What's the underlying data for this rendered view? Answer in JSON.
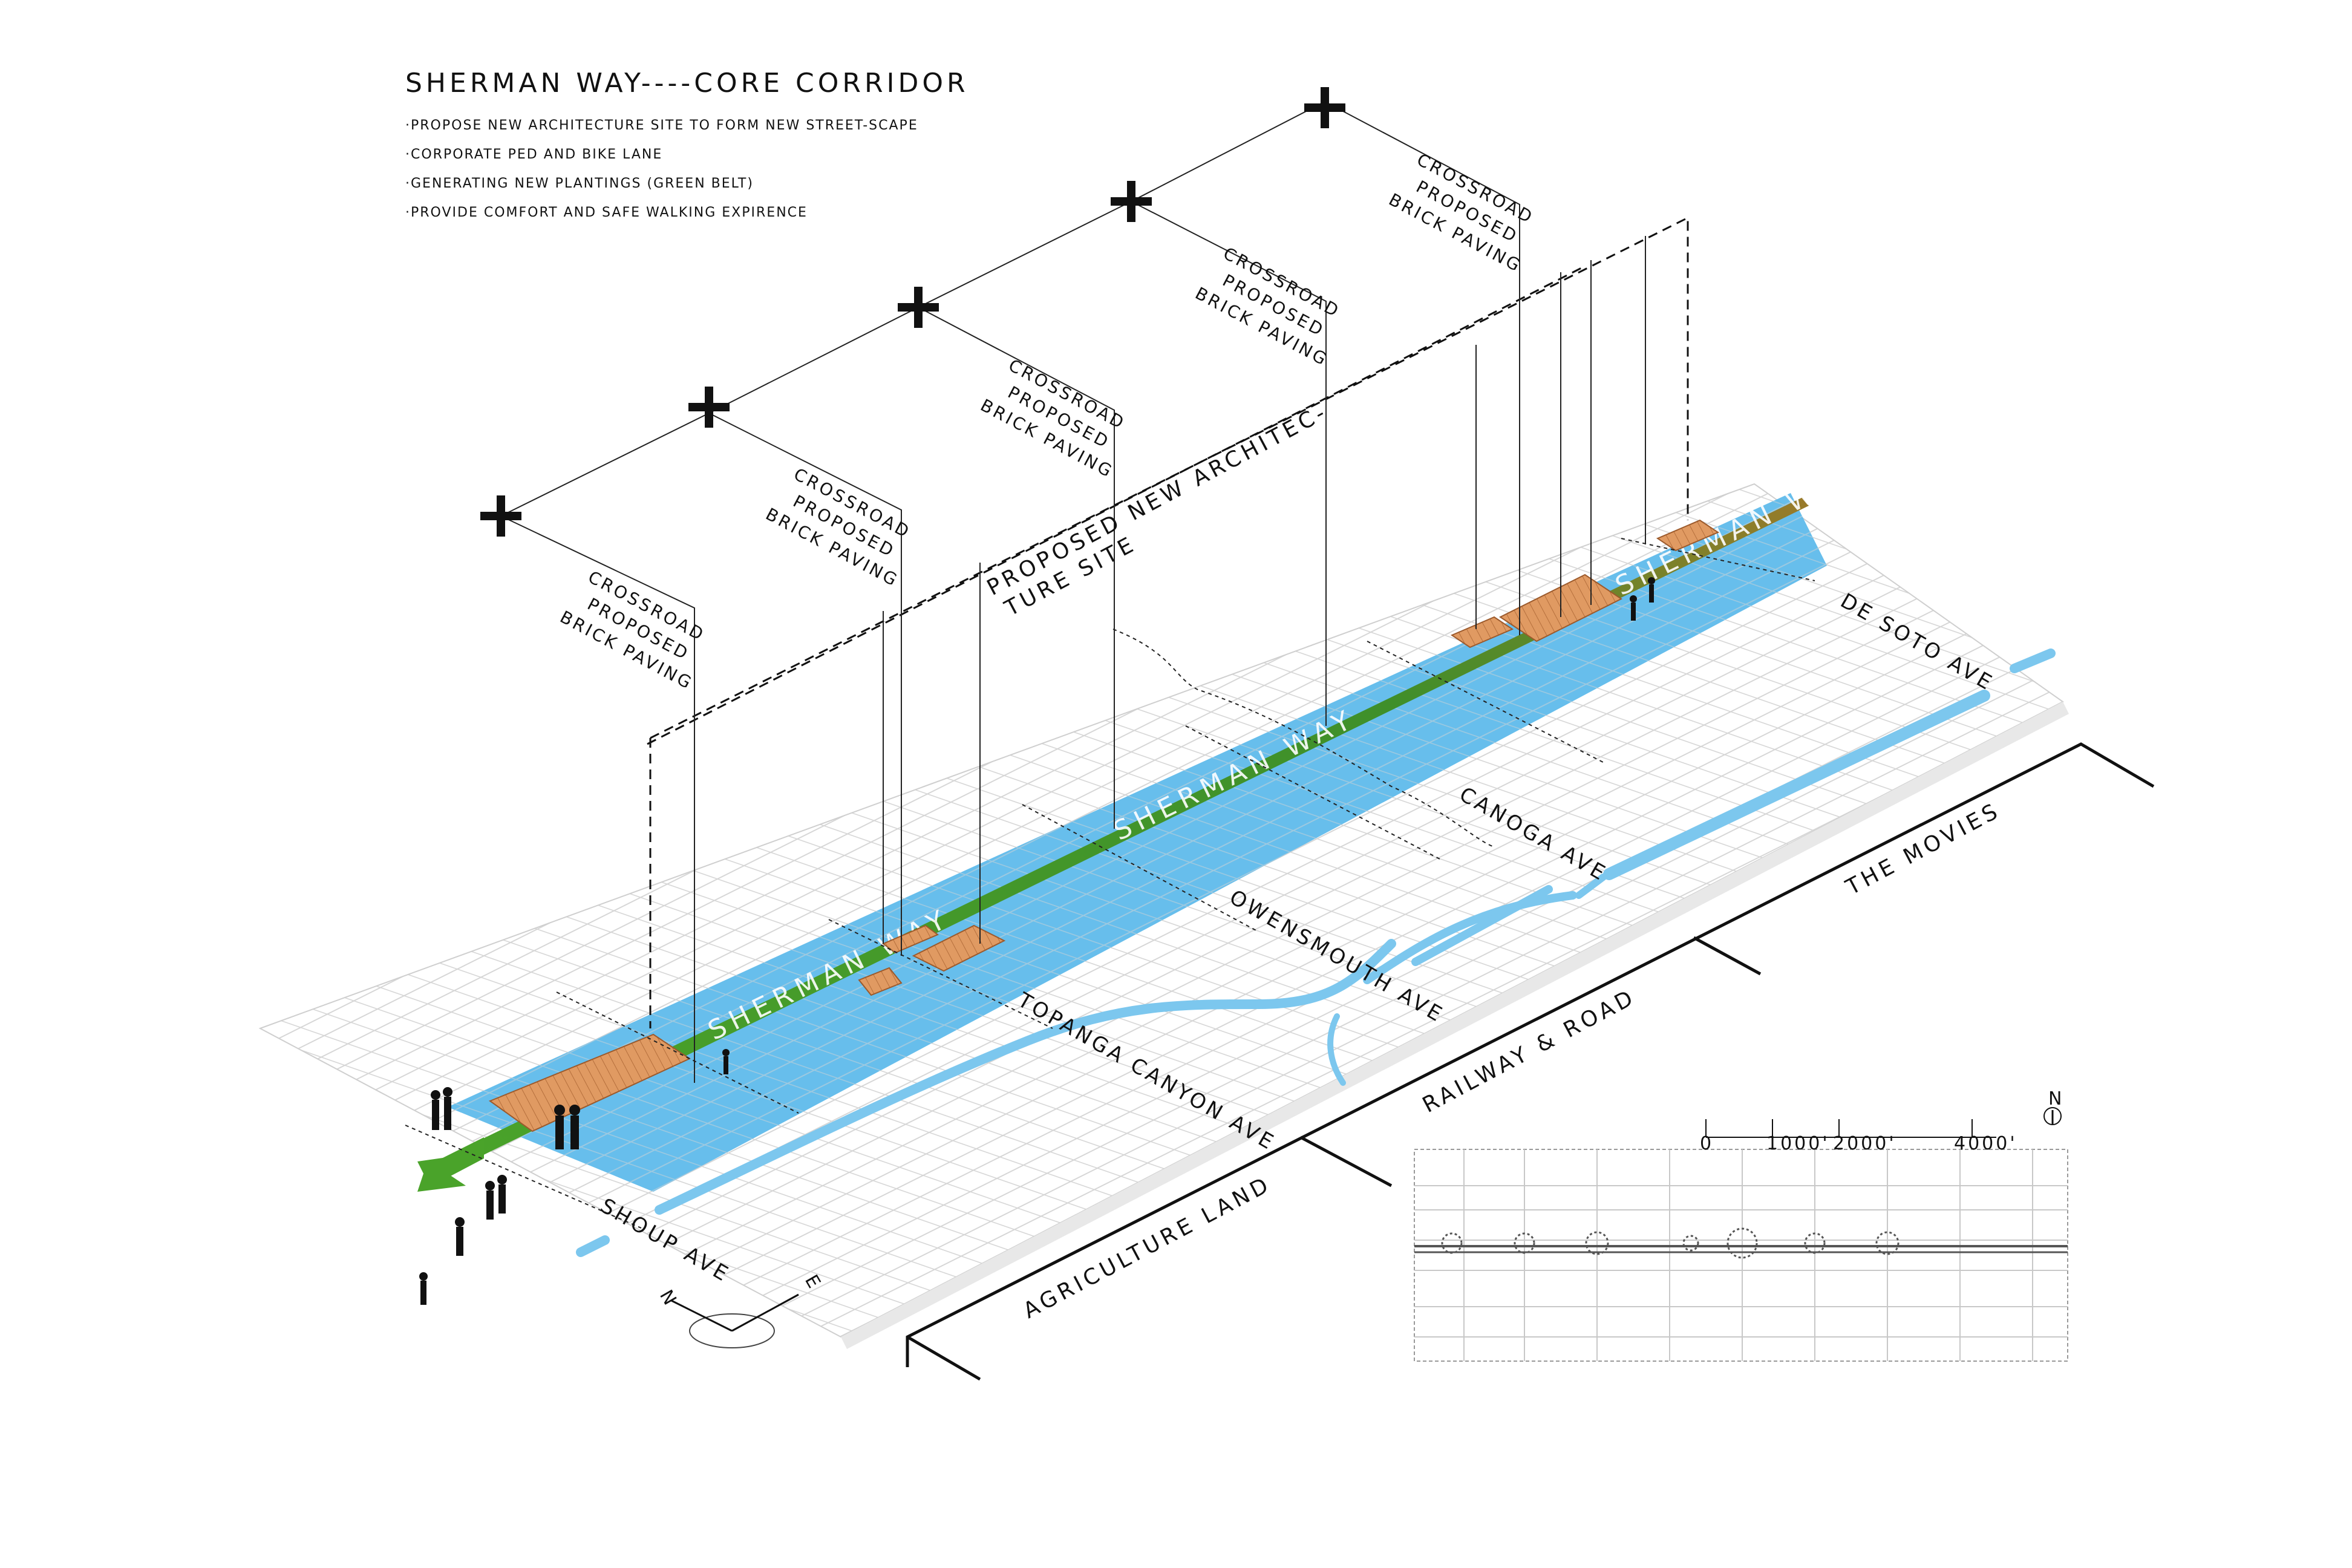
{
  "title": "SHERMAN WAY----CORE CORRIDOR",
  "bullets": [
    "·PROPOSE NEW ARCHITECTURE SITE TO FORM NEW STREET-SCAPE",
    "·CORPORATE PED AND BIKE LANE",
    "·GENERATING NEW PLANTINGS (GREEN BELT)",
    "·PROVIDE COMFORT AND SAFE WALKING EXPIRENCE"
  ],
  "crossroad_label": [
    "CROSSROAD",
    "PROPOSED",
    "BRICK PAVING"
  ],
  "proposed_site_label": [
    "PROPOSED NEW ARCHITEC-",
    "TURE SITE"
  ],
  "corridor_label": "SHERMAN WAY",
  "streets": {
    "de_soto": "DE SOTO AVE",
    "canoga": "CANOGA AVE",
    "owensmouth": "OWENSMOUTH AVE",
    "topanga": "TOPANGA CANYON AVE",
    "shoup": "SHOUP AVE"
  },
  "zones": {
    "movies": "THE MOVIES",
    "railway": "RAILWAY & ROAD",
    "agriculture": "AGRICULTURE LAND"
  },
  "compass": {
    "n": "N",
    "e": "E"
  },
  "scale": {
    "labels": [
      "0",
      "1000'",
      "2000'",
      "4000'"
    ],
    "north": "N"
  },
  "colors": {
    "corridor_blue": "#5ab8ea",
    "green_belt": "#4aa32a",
    "brick": "#e09a62",
    "river": "#7cc7ee",
    "grid": "#d6d6d6"
  }
}
